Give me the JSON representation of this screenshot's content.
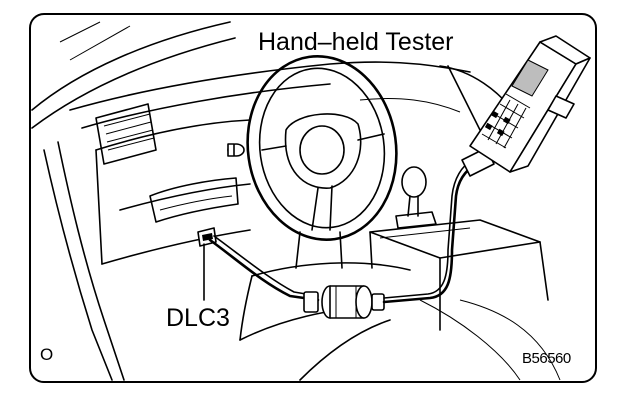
{
  "labels": {
    "tester": "Hand–held Tester",
    "connector": "DLC3",
    "corner_mark": "O",
    "figure_code": "B56560"
  },
  "colors": {
    "line": "#000000",
    "background": "#ffffff"
  }
}
